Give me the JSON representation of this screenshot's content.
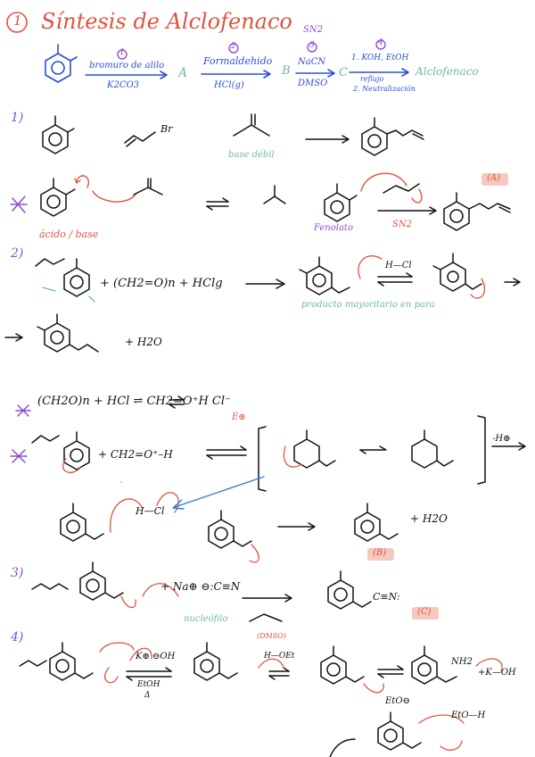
{
  "title": {
    "number": "1",
    "text": "Síntesis de Alclofenaco"
  },
  "scheme": {
    "step1": {
      "num": "1",
      "top": "bromuro de alilo",
      "bottom": "K2CO3"
    },
    "A": "A",
    "step2": {
      "num": "2",
      "top": "Formaldehido",
      "bottom": "HCl(g)"
    },
    "B": "B",
    "step3": {
      "num": "3",
      "extra": "SN2",
      "top": "NaCN",
      "bottom": "DMSO"
    },
    "C": "C",
    "step4": {
      "num": "4",
      "top": "1. KOH, EtOH",
      "reflux": "reflujo",
      "bottom": "2. Neutralización"
    },
    "product": "Alclofenaco"
  },
  "s1": {
    "label": "1)",
    "br": "Br",
    "base": "base débil",
    "acid_base": "ácido / base",
    "fenolato": "Fenolato",
    "sn2": "SN2",
    "tag": "(A)"
  },
  "s2": {
    "label": "2)",
    "reagents": "+ (CH2=O)n + HClg",
    "hcl": "H—Cl",
    "major": "producto mayoritario en para",
    "result": "+ H2O"
  },
  "mech": {
    "eq": "(CH2O)n + HCl ⇌ CH2=O⁺H  Cl⁻",
    "eplus": "E⊕",
    "ch2oh": "+ CH2=O⁺–H",
    "minusH": "-H⊕",
    "hcl": "H—Cl",
    "water": "+ H2O",
    "tag": "(B)"
  },
  "s3": {
    "label": "3)",
    "nacn": "+ Na⊕ ⊖:C≡N",
    "nucleo": "nucleófilo",
    "dmso": "(DMSO)",
    "cn": "C≡N:",
    "tag": "(C)"
  },
  "s4": {
    "label": "4)",
    "koh": "K⊕ ⊖OH",
    "etoh": "EtOH",
    "delta": "Δ",
    "hoet": "H—OEt",
    "nh2": "NH2",
    "ko": "+K—OH",
    "eto": "EtO⊖",
    "eto2": "EtO—H"
  }
}
